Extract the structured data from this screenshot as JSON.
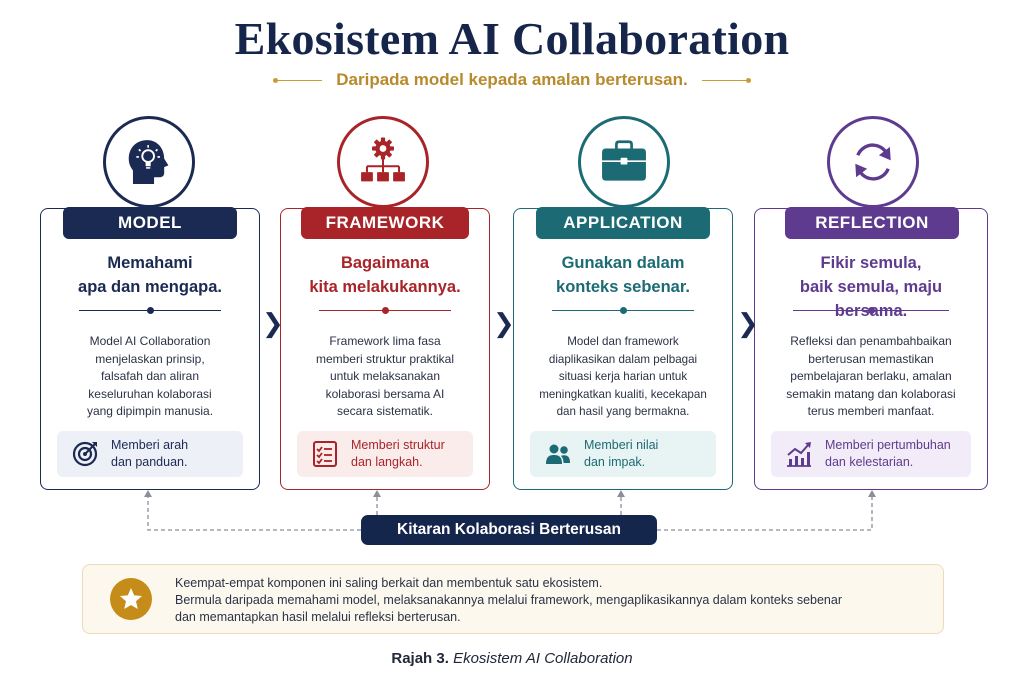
{
  "title": "Ekosistem AI Collaboration",
  "subtitle": "Daripada model kepada amalan berterusan.",
  "colors": {
    "navy": "#1b2a52",
    "red": "#a82428",
    "teal": "#1c6b74",
    "purple": "#5e3b8f",
    "gold": "#c68c1a"
  },
  "cards": [
    {
      "label": "MODEL",
      "icon": "head-lightbulb-icon",
      "heading": [
        "Memahami",
        "apa dan mengapa."
      ],
      "body": [
        "Model AI Collaboration",
        "menjelaskan prinsip,",
        "falsafah dan aliran",
        "keseluruhan kolaborasi",
        "yang dipimpin manusia."
      ],
      "note_icon": "target-icon",
      "note": [
        "Memberi arah",
        "dan panduan."
      ]
    },
    {
      "label": "FRAMEWORK",
      "icon": "gear-hierarchy-icon",
      "heading": [
        "Bagaimana",
        "kita melakukannya."
      ],
      "body": [
        "Framework lima fasa",
        "memberi struktur praktikal",
        "untuk melaksanakan",
        "kolaborasi bersama AI",
        "secara sistematik."
      ],
      "note_icon": "checklist-icon",
      "note": [
        "Memberi struktur",
        "dan langkah."
      ]
    },
    {
      "label": "APPLICATION",
      "icon": "briefcase-icon",
      "heading": [
        "Gunakan dalam",
        "konteks sebenar."
      ],
      "body": [
        "Model dan framework",
        "diaplikasikan dalam pelbagai",
        "situasi kerja harian untuk",
        "meningkatkan kualiti, kecekapan",
        "dan hasil yang bermakna."
      ],
      "note_icon": "people-icon",
      "note": [
        "Memberi nilai",
        "dan impak."
      ]
    },
    {
      "label": "REFLECTION",
      "icon": "refresh-cycle-icon",
      "heading": [
        "Fikir semula,",
        "baik semula, maju bersama."
      ],
      "body": [
        "Refleksi dan penambahbaikan",
        "berterusan memastikan",
        "pembelajaran berlaku, amalan",
        "semakin matang dan kolaborasi",
        "terus memberi manfaat."
      ],
      "note_icon": "growth-chart-icon",
      "note": [
        "Memberi pertumbuhan",
        "dan kelestarian."
      ]
    }
  ],
  "chevron_glyph": "❯",
  "cycle_label": "Kitaran Kolaborasi Berterusan",
  "summary": {
    "icon": "star-icon",
    "lines": [
      "Keempat-empat komponen ini saling berkait dan membentuk satu ekosistem.",
      "Bermula daripada memahami model, melaksanakannya melalui framework, mengaplikasikannya dalam konteks sebenar",
      "dan memantapkan hasil melalui refleksi berterusan."
    ]
  },
  "caption": {
    "label": "Rajah 3.",
    "text": "Ekosistem AI Collaboration"
  }
}
